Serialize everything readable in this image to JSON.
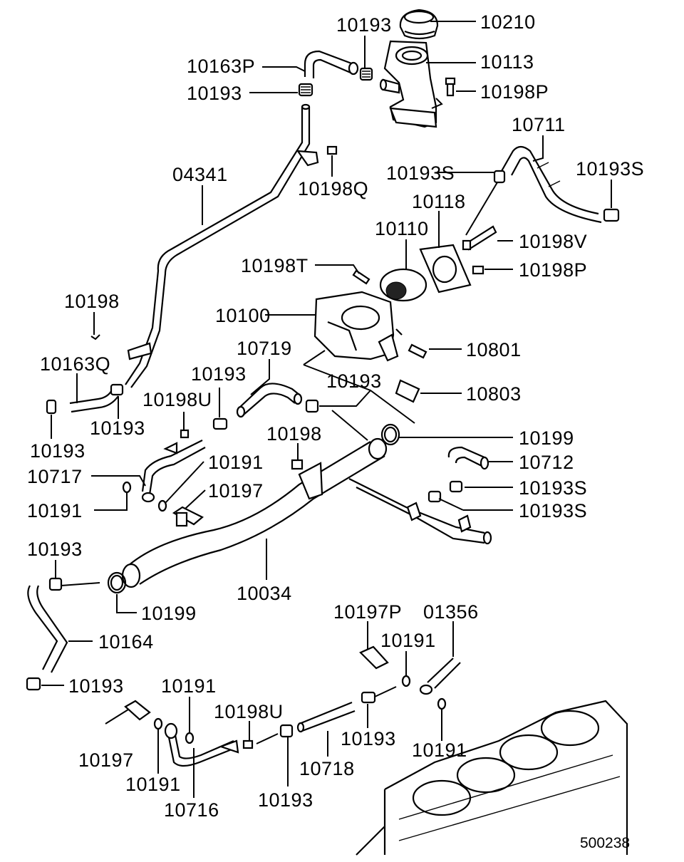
{
  "diagram_id": "500238",
  "labels": {
    "p10210": "10210",
    "p10193_top": "10193",
    "p10113": "10113",
    "p10163P": "10163P",
    "p10193_b": "10193",
    "p10198P_top": "10198P",
    "p10711": "10711",
    "p04341": "04341",
    "p10198Q": "10198Q",
    "p10193S_a": "10193S",
    "p10193S_b": "10193S",
    "p10118": "10118",
    "p10110": "10110",
    "p10198V": "10198V",
    "p10198T": "10198T",
    "p10198P_mid": "10198P",
    "p10198_left": "10198",
    "p10100": "10100",
    "p10801": "10801",
    "p10719": "10719",
    "p10163Q": "10163Q",
    "p10193_c": "10193",
    "p10193_d": "10193",
    "p10803": "10803",
    "p10198U_a": "10198U",
    "p10193_e": "10193",
    "p10193_f": "10193",
    "p10198_mid": "10198",
    "p10199_a": "10199",
    "p10191_a": "10191",
    "p10717": "10717",
    "p10712": "10712",
    "p10197_a": "10197",
    "p10193S_c": "10193S",
    "p10191_b": "10191",
    "p10193S_d": "10193S",
    "p10193_g": "10193",
    "p10034": "10034",
    "p10199_b": "10199",
    "p10197P": "10197P",
    "p01356": "01356",
    "p10164": "10164",
    "p10191_c": "10191",
    "p10193_h": "10193",
    "p10191_d": "10191",
    "p10198U_b": "10198U",
    "p10197_b": "10197",
    "p10193_i": "10193",
    "p10718": "10718",
    "p10191_e": "10191",
    "p10191_f": "10191",
    "p10716": "10716",
    "p10193_j": "10193"
  }
}
